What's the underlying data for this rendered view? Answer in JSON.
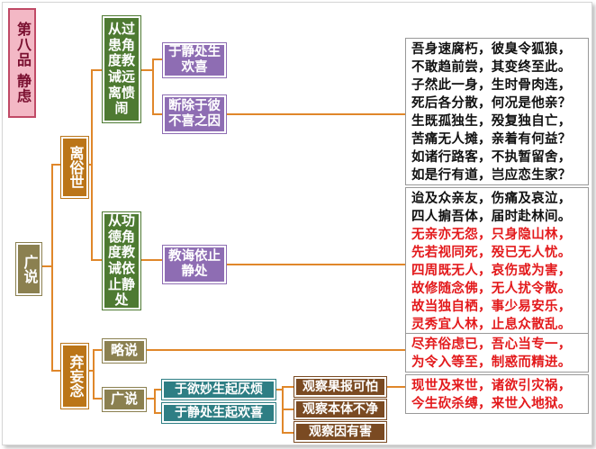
{
  "chapter": {
    "title": "第八品 静虑"
  },
  "nodes": {
    "guangshuo": "广说",
    "lisu": "离俗世",
    "qiwang": "弃妄念",
    "zhuanjiao_1": "从过患角度教诫远离愦闹",
    "zhuanjiao_2": "从功德角度教诫依止静处",
    "jingchu_huanxi": "于静处生欢喜",
    "duanchu": "断除于彼不喜之因",
    "jiaohui": "教诲依止静处",
    "lueshuo": "略说",
    "guangshuo_2": "广说",
    "miaosheng": "于欲妙生起厌烦",
    "jingchu_huanxi_2": "于静处生起欢喜",
    "guoqing_1": "观察果报可怕",
    "guoqing_2": "观察本体不净",
    "guoqing_3": "观察因有害"
  },
  "verses": {
    "v1": [
      "吾身速腐朽，彼臭令狐狼，",
      "不敢趋前尝，其变终至此。",
      "子然此一身，生时骨肉连，",
      "死后各分散，何况是他亲？",
      "生既孤独生，殁复独自亡，",
      "苦痛无人摊，亲着有何益？",
      "如诸行路客，不执暂留舍，",
      "如是行有道，岂应恋生家？"
    ],
    "v2_black": [
      "迨及众亲友，伤痛及哀泣，",
      "四人掮吾体，届时赴林间。"
    ],
    "v2_red": [
      "无亲亦无怨，只身隐山林，",
      "先若视同死，殁已无人忧。",
      "四周既无人，哀伤或为害，",
      "故修随念佛，无人扰令散。",
      "故当独自栖，事少易安乐，",
      "灵秀宜人林，止息众散乱。"
    ],
    "v3": [
      "尽弃俗虑已，吾心当专一，",
      "为令入等至，制惑而精进。"
    ],
    "v4": [
      "现世及来世，诸欲引灾祸，",
      "今生砍杀缚，来世入地狱。"
    ]
  }
}
